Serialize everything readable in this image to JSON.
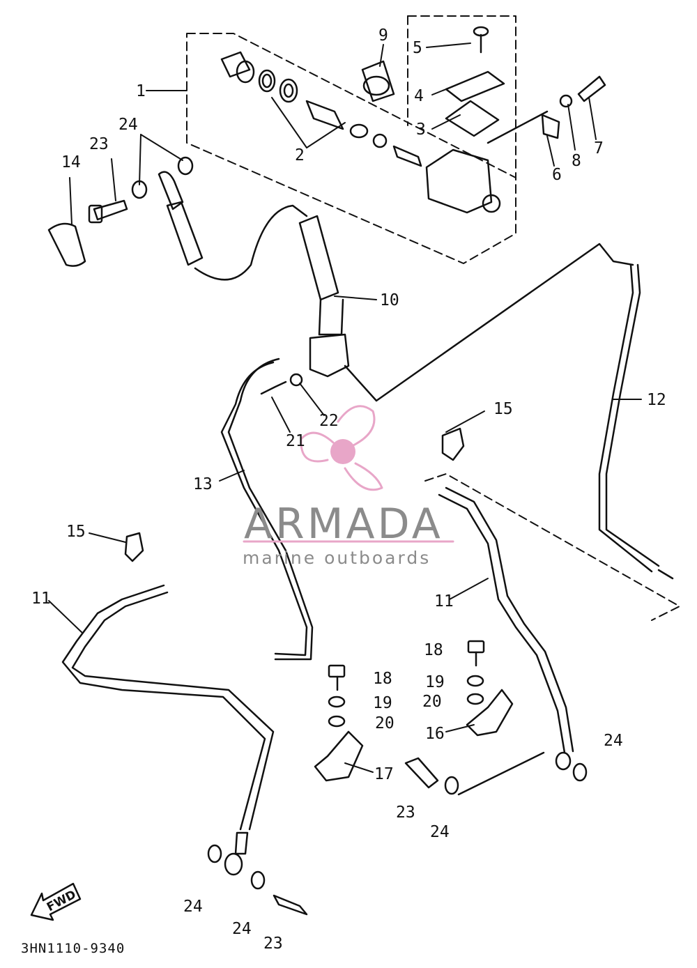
{
  "diagram": {
    "code": "3HN1110-9340",
    "fwd_label": "FWD",
    "callouts": {
      "c1": "1",
      "c2": "2",
      "c3": "3",
      "c4": "4",
      "c5": "5",
      "c6": "6",
      "c7": "7",
      "c8": "8",
      "c9": "9",
      "c10": "10",
      "c11a": "11",
      "c11b": "11",
      "c12": "12",
      "c13": "13",
      "c14": "14",
      "c15a": "15",
      "c15b": "15",
      "c16": "16",
      "c17": "17",
      "c18a": "18",
      "c18b": "18",
      "c19a": "19",
      "c19b": "19",
      "c20a": "20",
      "c20b": "20",
      "c21": "21",
      "c22": "22",
      "c23a": "23",
      "c23b": "23",
      "c23c": "23",
      "c24a": "24",
      "c24b": "24",
      "c24c": "24",
      "c24d": "24",
      "c24e": "24"
    }
  },
  "watermark": {
    "brand": "ARMADA",
    "tagline": "marine outboards",
    "accent_color": "#e8a6c8"
  }
}
